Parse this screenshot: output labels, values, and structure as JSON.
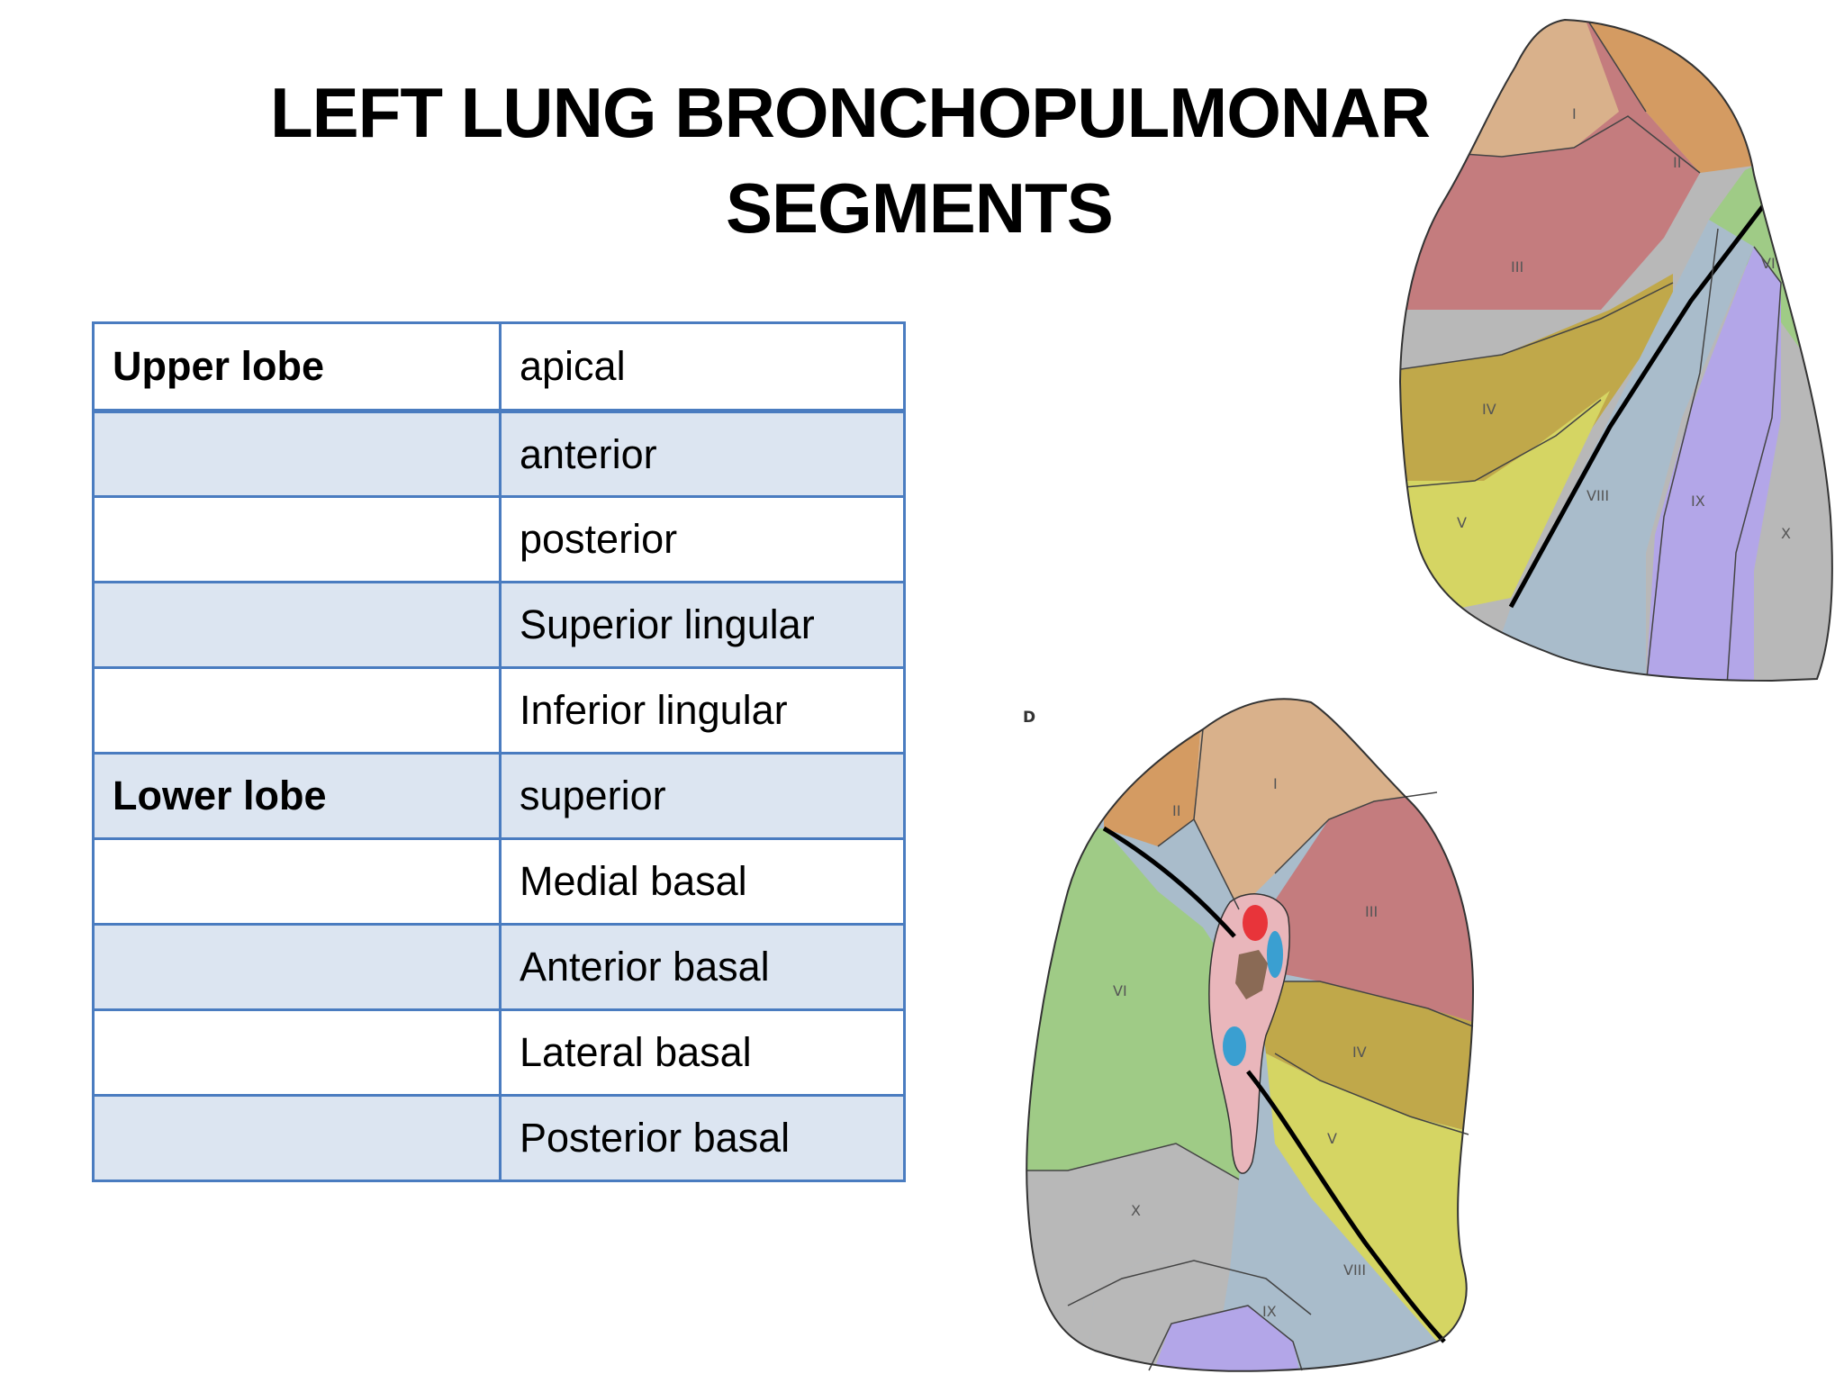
{
  "title": {
    "line1": "LEFT LUNG BRONCHOPULMONAR",
    "line2": "SEGMENTS"
  },
  "table": {
    "rows": [
      {
        "lobe": "Upper lobe",
        "segment": "apical"
      },
      {
        "lobe": "",
        "segment": "anterior"
      },
      {
        "lobe": "",
        "segment": "posterior"
      },
      {
        "lobe": "",
        "segment": "Superior lingular"
      },
      {
        "lobe": "",
        "segment": "Inferior lingular"
      },
      {
        "lobe": "Lower lobe",
        "segment": "superior"
      },
      {
        "lobe": "",
        "segment": "Medial basal"
      },
      {
        "lobe": "",
        "segment": "Anterior basal"
      },
      {
        "lobe": "",
        "segment": "Lateral basal"
      },
      {
        "lobe": "",
        "segment": "Posterior basal"
      }
    ]
  },
  "lateral_diagram": {
    "labels": [
      "I",
      "II",
      "III",
      "IV",
      "V",
      "VI",
      "VIII",
      "IX",
      "X"
    ]
  },
  "medial_diagram": {
    "panel_letter": "D",
    "labels": [
      "I",
      "II",
      "III",
      "IV",
      "V",
      "VI",
      "X",
      "VIII",
      "IX"
    ]
  },
  "colors": {
    "table_border": "#4a7cc0",
    "table_band": "#dce5f1",
    "apical": "#d9b18b",
    "apicoposterior": "#d49b62",
    "anterior": "#c47c7e",
    "superior_lingular": "#c0a84a",
    "inferior_lingular": "#d5d563",
    "superior_lower": "#9fcb86",
    "anterior_basal": "#a9bccb",
    "lateral_basal": "#b3a6e8",
    "posterior_basal": "#b8b8b8",
    "hilum": "#e9b6bb"
  }
}
